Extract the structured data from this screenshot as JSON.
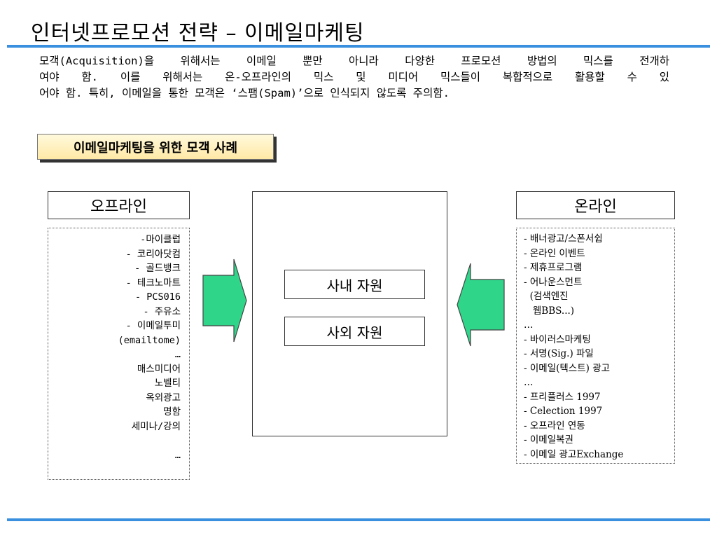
{
  "title": "인터넷프로모션 전략 – 이메일마케팅",
  "intro_lines": [
    "모객(Acquisition)을 위해서는 이메일 뿐만 아니라 다양한 프로모션 방법의 믹스를 전개하",
    "여야 함. 이를 위해서는 온-오프라인의 믹스 및 미디어 믹스들이 복합적으로 활용할 수 있",
    "어야 함. 특히, 이메일을 통한 모객은 ‘스팸(Spam)’으로 인식되지 않도록 주의함."
  ],
  "section_label": "이메일마케팅을 위한 모객 사례",
  "offline": {
    "header": "오프라인",
    "items": [
      "-마이클럽",
      "- 코리아닷컴",
      "- 골드뱅크",
      "- 테크노마트",
      "- PCS016",
      "- 주유소",
      "- 이메일투미",
      "(emailtome)",
      "…",
      "매스미디어",
      "노벨티",
      "옥외광고",
      "명함",
      "세미나/강의",
      "",
      "…"
    ]
  },
  "online": {
    "header": "온라인",
    "items": [
      "- 배너광고/스폰서쉽",
      "- 온라인 이벤트",
      "- 제휴프로그램",
      "- 어나운스먼트",
      "  (검색엔진",
      "   웹BBS...)",
      "…",
      "- 바이러스마케팅",
      "- 서명(Sig.) 파일",
      "- 이메일(텍스트) 광고",
      "…",
      "- 프리플러스 1997",
      "- Celection 1997",
      "- 오프라인 연동",
      "- 이메일복권",
      "- 이메일 광고Exchange"
    ]
  },
  "center": {
    "internal": "사내 자원",
    "external": "사외 자원"
  },
  "colors": {
    "accent_rule": "#3a8fde",
    "arrow_fill": "#2fd68a",
    "badge_fill": "#ffe9a6"
  }
}
